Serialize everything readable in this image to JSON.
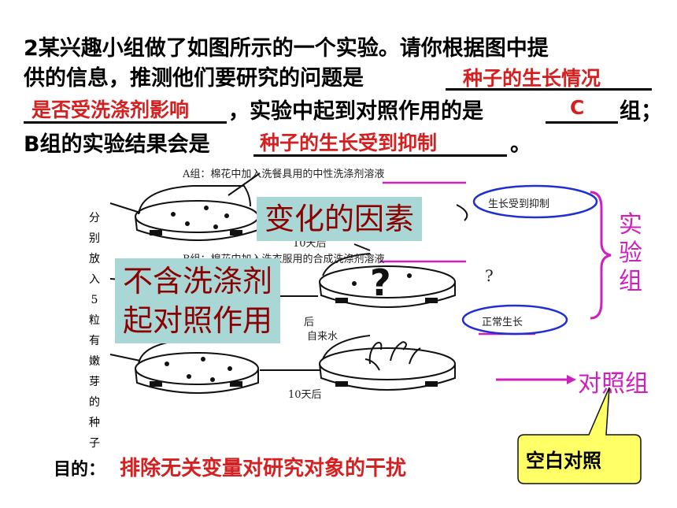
{
  "question": {
    "line1": "2某兴趣小组做了如图所示的一个实验。请你根据图中提",
    "line2_prefix": "供的信息，推测他们要研究的问题是",
    "answer1_part1": "种子的生长情况",
    "answer1_part2": "是否受洗涤剂影响",
    "line3_mid": "，实验中起到对照作用的是",
    "answer2": "C",
    "line3_suffix": "组；",
    "line4_prefix": "B组的实验结果会是",
    "answer3": "种子的生长受到抑制",
    "line4_suffix": "。"
  },
  "figure": {
    "group_a_label": "A组：棉花中加入洗餐具用的中性洗涤剂溶液",
    "group_b_label": "B组：棉花中加入洗衣服用的合成洗涤剂溶液",
    "left_vertical_text": [
      "分",
      "别",
      "放",
      "入",
      "5",
      "粒",
      "有",
      "嫩",
      "芽",
      "的",
      "种",
      "子"
    ],
    "result_a": "生长受到抑制",
    "result_b": "?",
    "result_c": "正常生长",
    "days_a": "10天后",
    "days_c": "10天后",
    "tap_water": "自来水",
    "days_b_partial": "后",
    "big_question": "?"
  },
  "overlays": {
    "factor_box": "变化的因素",
    "control_box_line1": "不含洗涤剂",
    "control_box_line2": "起对照作用",
    "experimental_group": [
      "实",
      "验",
      "组"
    ],
    "control_group": "对照组",
    "callout": "空白对照"
  },
  "purpose": {
    "label": "目的：",
    "text": "排除无关变量对研究对象的干扰"
  },
  "colors": {
    "answer_red": "#d42020",
    "magenta": "#d01fbf",
    "teal_box": "#a9d7d5",
    "box_text": "#8b0000",
    "callout_yellow": "#ffff66",
    "circle_blue": "#1f2fd0"
  }
}
